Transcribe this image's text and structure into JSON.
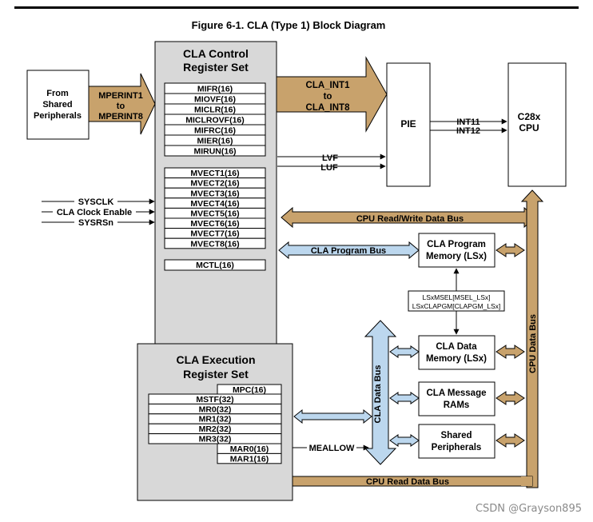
{
  "title": "Figure 6-1. CLA (Type 1) Block Diagram",
  "from_block": [
    "From",
    "Shared",
    "Peripherals"
  ],
  "mperint": [
    "MPERINT1",
    "to",
    "MPERINT8"
  ],
  "control": {
    "title": [
      "CLA Control",
      "Register Set"
    ],
    "group1": [
      "MIFR(16)",
      "MIOVF(16)",
      "MICLR(16)",
      "MICLROVF(16)",
      "MIFRC(16)",
      "MIER(16)",
      "MIRUN(16)"
    ],
    "group2": [
      "MVECT1(16)",
      "MVECT2(16)",
      "MVECT3(16)",
      "MVECT4(16)",
      "MVECT5(16)",
      "MVECT6(16)",
      "MVECT7(16)",
      "MVECT8(16)"
    ],
    "mctl": "MCTL(16)"
  },
  "inputs": [
    "SYSCLK",
    "CLA Clock Enable",
    "SYSRSn"
  ],
  "cla_int": [
    "CLA_INT1",
    "to",
    "CLA_INT8"
  ],
  "pie": "PIE",
  "int_lines": [
    "INT11",
    "INT12"
  ],
  "cpu": [
    "C28x",
    "CPU"
  ],
  "flags": [
    "LVF",
    "LUF"
  ],
  "buses": {
    "cpu_rw": "CPU Read/Write Data Bus",
    "program": "CLA Program Bus",
    "cla_data": "CLA Data Bus",
    "cpu_data": "CPU Data Bus",
    "cpu_read": "CPU Read Data Bus"
  },
  "program_memory": [
    "CLA Program",
    "Memory (LSx)"
  ],
  "lsx_labels": [
    "LSxMSEL[MSEL_LSx]",
    "LSxCLAPGM[CLAPGM_LSx]"
  ],
  "data_memory": [
    "CLA Data",
    "Memory (LSx)"
  ],
  "message_rams": [
    "CLA Message",
    "RAMs"
  ],
  "shared_periph": [
    "Shared",
    "Peripherals"
  ],
  "execution": {
    "title": [
      "CLA Execution",
      "Register Set"
    ],
    "mpc": "MPC(16)",
    "regs": [
      "MSTF(32)",
      "MR0(32)",
      "MR1(32)",
      "MR2(32)",
      "MR3(32)"
    ],
    "mar": [
      "MAR0(16)",
      "MAR1(16)"
    ]
  },
  "meallow": "MEALLOW",
  "watermark": "CSDN @Grayson895",
  "colors": {
    "gold": "#c8a26c",
    "blue": "#bcd7ee",
    "gray": "#d8d8d8",
    "dark": "#000000"
  }
}
